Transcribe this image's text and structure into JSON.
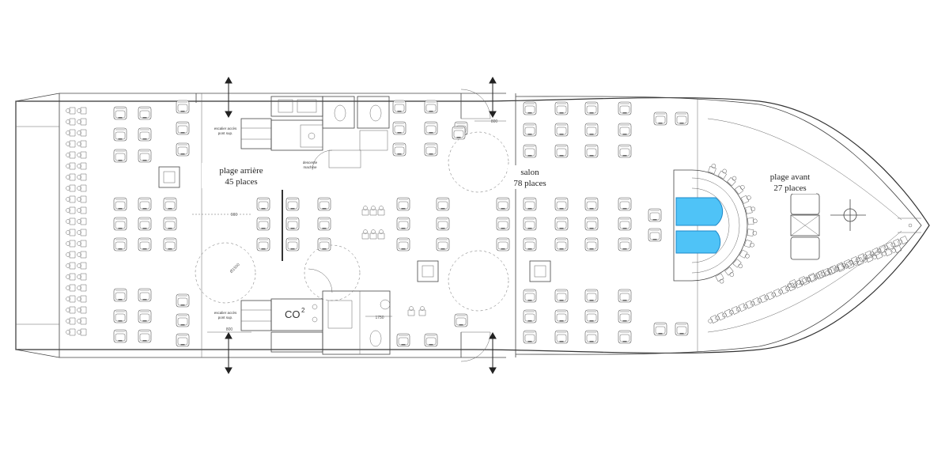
{
  "zones": {
    "rear": {
      "name": "plage arrière",
      "capacity": "45 places"
    },
    "salon": {
      "name": "salon",
      "capacity": "78 places"
    },
    "front": {
      "name": "plage avant",
      "capacity": "27 places"
    }
  },
  "annotations": {
    "stairs_top_line1": "escalier accès",
    "stairs_top_line2": "pont sup.",
    "stairs_bottom_line1": "escalier accès",
    "stairs_bottom_line2": "pont sup.",
    "engine_line1": "descente",
    "engine_line2": "machine",
    "co2": "CO",
    "co2_sup": "2"
  },
  "dimensions": {
    "aisle_rear": "900",
    "door_top": "800",
    "door_bottom": "800",
    "diagonal": "Ø1500",
    "door_wc": "1750"
  },
  "colors": {
    "highlight": "#4fc3f7",
    "highlight_edge": "#1e88c8",
    "line": "#444444"
  }
}
